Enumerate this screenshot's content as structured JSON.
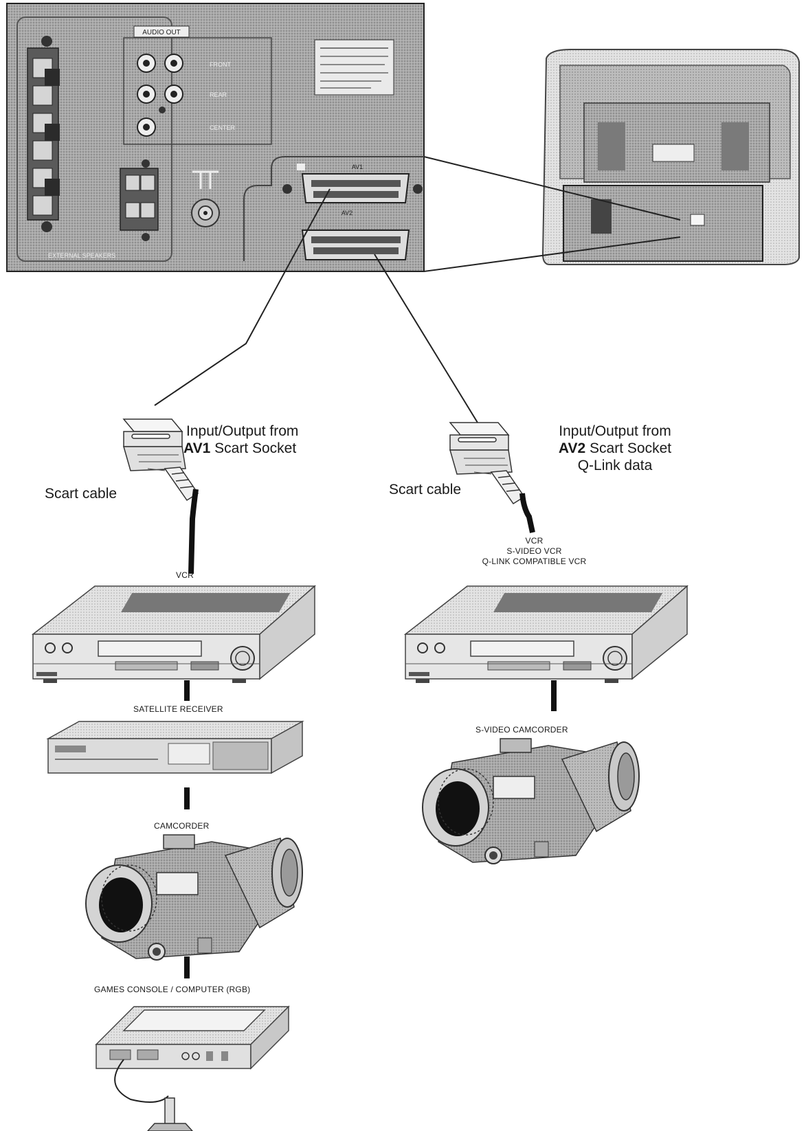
{
  "tv_panel": {
    "audio_out_label": "AUDIO OUT",
    "front_label": "FRONT",
    "rear_label": "REAR",
    "center_label": "CENTER",
    "av1_label": "AV1",
    "av2_label": "AV2",
    "speaker_label": "EXTERNAL SPEAKERS"
  },
  "av1_column": {
    "heading_line1": "Input/Output from",
    "heading_line2_bold": "AV1",
    "heading_line2_rest": " Scart Socket",
    "cable_label": "Scart cable",
    "devices": [
      "VCR",
      "SATELLITE RECEIVER",
      "CAMCORDER",
      "GAMES CONSOLE / COMPUTER (RGB)"
    ]
  },
  "av2_column": {
    "heading_line1": "Input/Output from",
    "heading_line2_bold": "AV2",
    "heading_line2_rest": " Scart Socket",
    "heading_line3": "Q-Link data",
    "cable_label": "Scart cable",
    "vcr_lines": [
      "VCR",
      "S-VIDEO VCR",
      "Q-LINK COMPATIBLE VCR"
    ],
    "camcorder_label": "S-VIDEO CAMCORDER"
  }
}
